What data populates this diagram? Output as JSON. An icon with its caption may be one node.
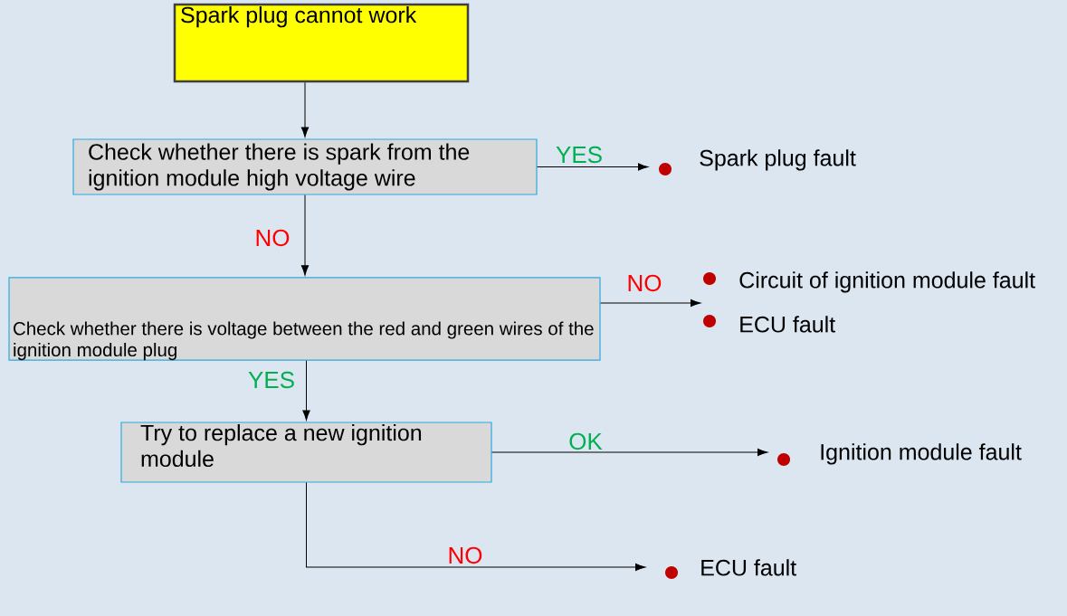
{
  "diagram": {
    "nodes": [
      {
        "text": [
          "Spark plug cannot work"
        ]
      },
      {
        "text": [
          "Check whether there is spark from the ignition module high voltage wire"
        ]
      },
      {
        "text": [
          "Spark plug fault"
        ]
      },
      {
        "text": [
          "Check whether there is voltage between the red and green wires of the ignition module plug"
        ]
      },
      {
        "text": [
          "Circuit of ignition module fault",
          "ECU fault"
        ]
      },
      {
        "text": [
          "Try to replace a new ignition module"
        ]
      },
      {
        "text": [
          "Ignition module fault"
        ]
      },
      {
        "text": [
          "ECU fault"
        ]
      }
    ],
    "edges": [
      {
        "from": 0,
        "to": 1,
        "arrow": "to"
      },
      {
        "from": 1,
        "to": 2,
        "arrow": "to",
        "label": "YES"
      },
      {
        "from": 1,
        "to": 3,
        "arrow": "to",
        "label": "NO"
      },
      {
        "from": 3,
        "to": 4,
        "arrow": "to",
        "label": "NO"
      },
      {
        "from": 3,
        "to": 5,
        "arrow": "to",
        "label": "YES"
      },
      {
        "from": 5,
        "to": 6,
        "arrow": "to",
        "label": "OK"
      },
      {
        "from": 5,
        "to": 7,
        "arrow": "to",
        "label": "NO"
      }
    ]
  }
}
